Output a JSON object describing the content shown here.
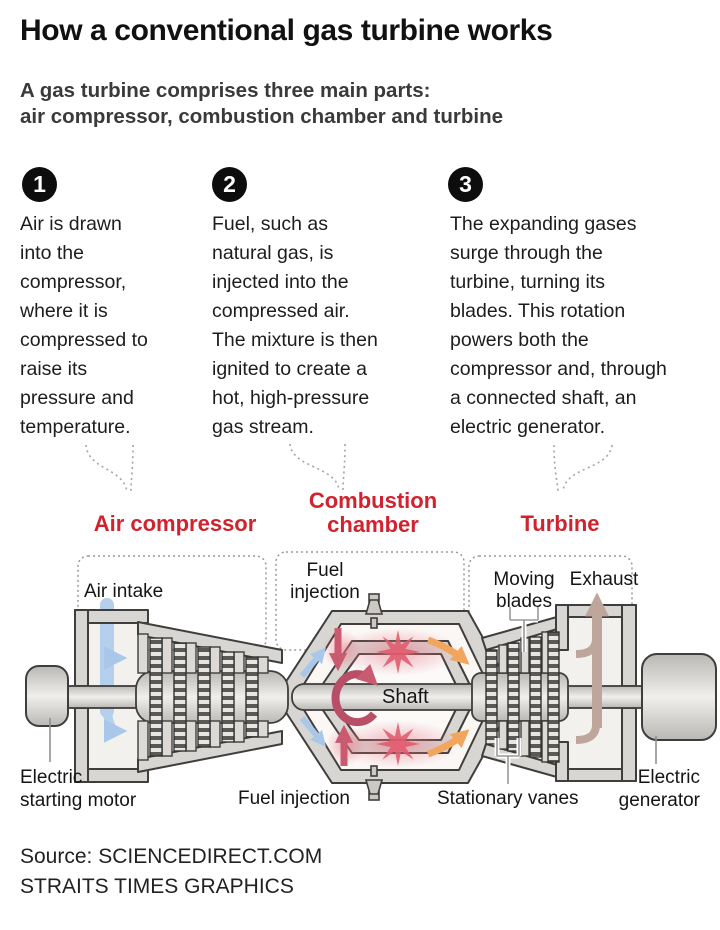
{
  "title": "How a conventional gas turbine works",
  "subtitle": "A gas turbine comprises three main parts:\nair compressor, combustion chamber and turbine",
  "steps": [
    {
      "number": "1",
      "text": "Air is drawn\ninto the\ncompressor,\nwhere it is\ncompressed to\nraise its\npressure and\ntemperature."
    },
    {
      "number": "2",
      "text": "Fuel, such as\nnatural gas, is\ninjected into the\ncompressed air.\nThe mixture is then\nignited to create a\nhot, high-pressure\ngas stream."
    },
    {
      "number": "3",
      "text": "The expanding gases\nsurge through the\nturbine, turning its\nblades. This rotation\npowers both the\ncompressor and, through\na connected shaft, an\nelectric generator."
    }
  ],
  "sections": [
    {
      "label": "Air compressor"
    },
    {
      "label": "Combustion\nchamber"
    },
    {
      "label": "Turbine"
    }
  ],
  "diagram_labels": {
    "air_intake": "Air intake",
    "fuel_injection_top": "Fuel\ninjection",
    "moving_blades": "Moving\nblades",
    "exhaust": "Exhaust",
    "shaft": "Shaft",
    "electric_starting_motor": "Electric\nstarting motor",
    "fuel_injection_bottom": "Fuel injection",
    "stationary_vanes": "Stationary vanes",
    "electric_generator": "Electric\ngenerator"
  },
  "source": "Source: SCIENCEDIRECT.COM",
  "credit": "STRAITS TIMES GRAPHICS",
  "colors": {
    "accent_red": "#d0232d",
    "air_blue": "#a9c8e9",
    "flame_red": "#c95a70",
    "combustion_orange": "#f2a55c",
    "exhaust_tan": "#bfa69c",
    "casing_gray": "#d8d6d3"
  }
}
